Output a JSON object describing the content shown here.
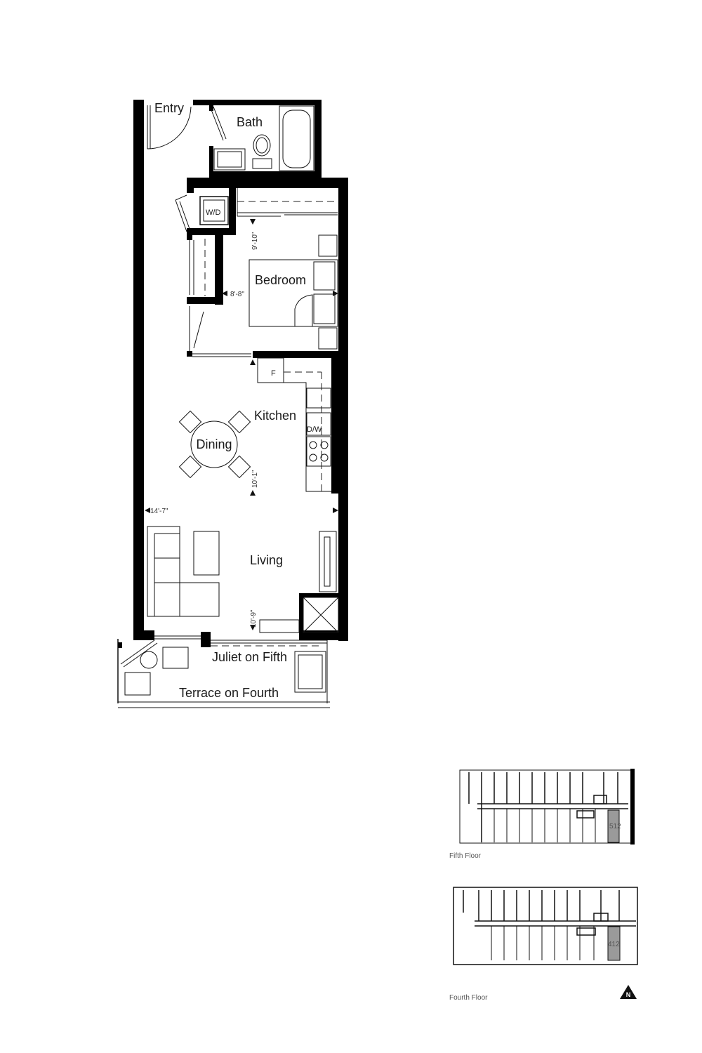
{
  "rooms": {
    "entry": "Entry",
    "bath": "Bath",
    "bedroom": "Bedroom",
    "kitchen": "Kitchen",
    "dining": "Dining",
    "living": "Living",
    "juliet": "Juliet on Fifth",
    "terrace": "Terrace on Fourth"
  },
  "fixtures": {
    "washer_dryer": "W/D",
    "fridge": "F",
    "dishwasher": "D/W"
  },
  "dimensions": {
    "bedroom_depth": "9'-10\"",
    "bedroom_width": "8'-8\"",
    "kitchen_depth": "10'-1\"",
    "unit_width": "14'-7\"",
    "living_depth": "10'-9\""
  },
  "keyplans": {
    "fifth_floor": "Fifth Floor",
    "fourth_floor": "Fourth Floor",
    "unit_number_fifth": "512",
    "unit_number_fourth": "412"
  },
  "north_label": "N"
}
